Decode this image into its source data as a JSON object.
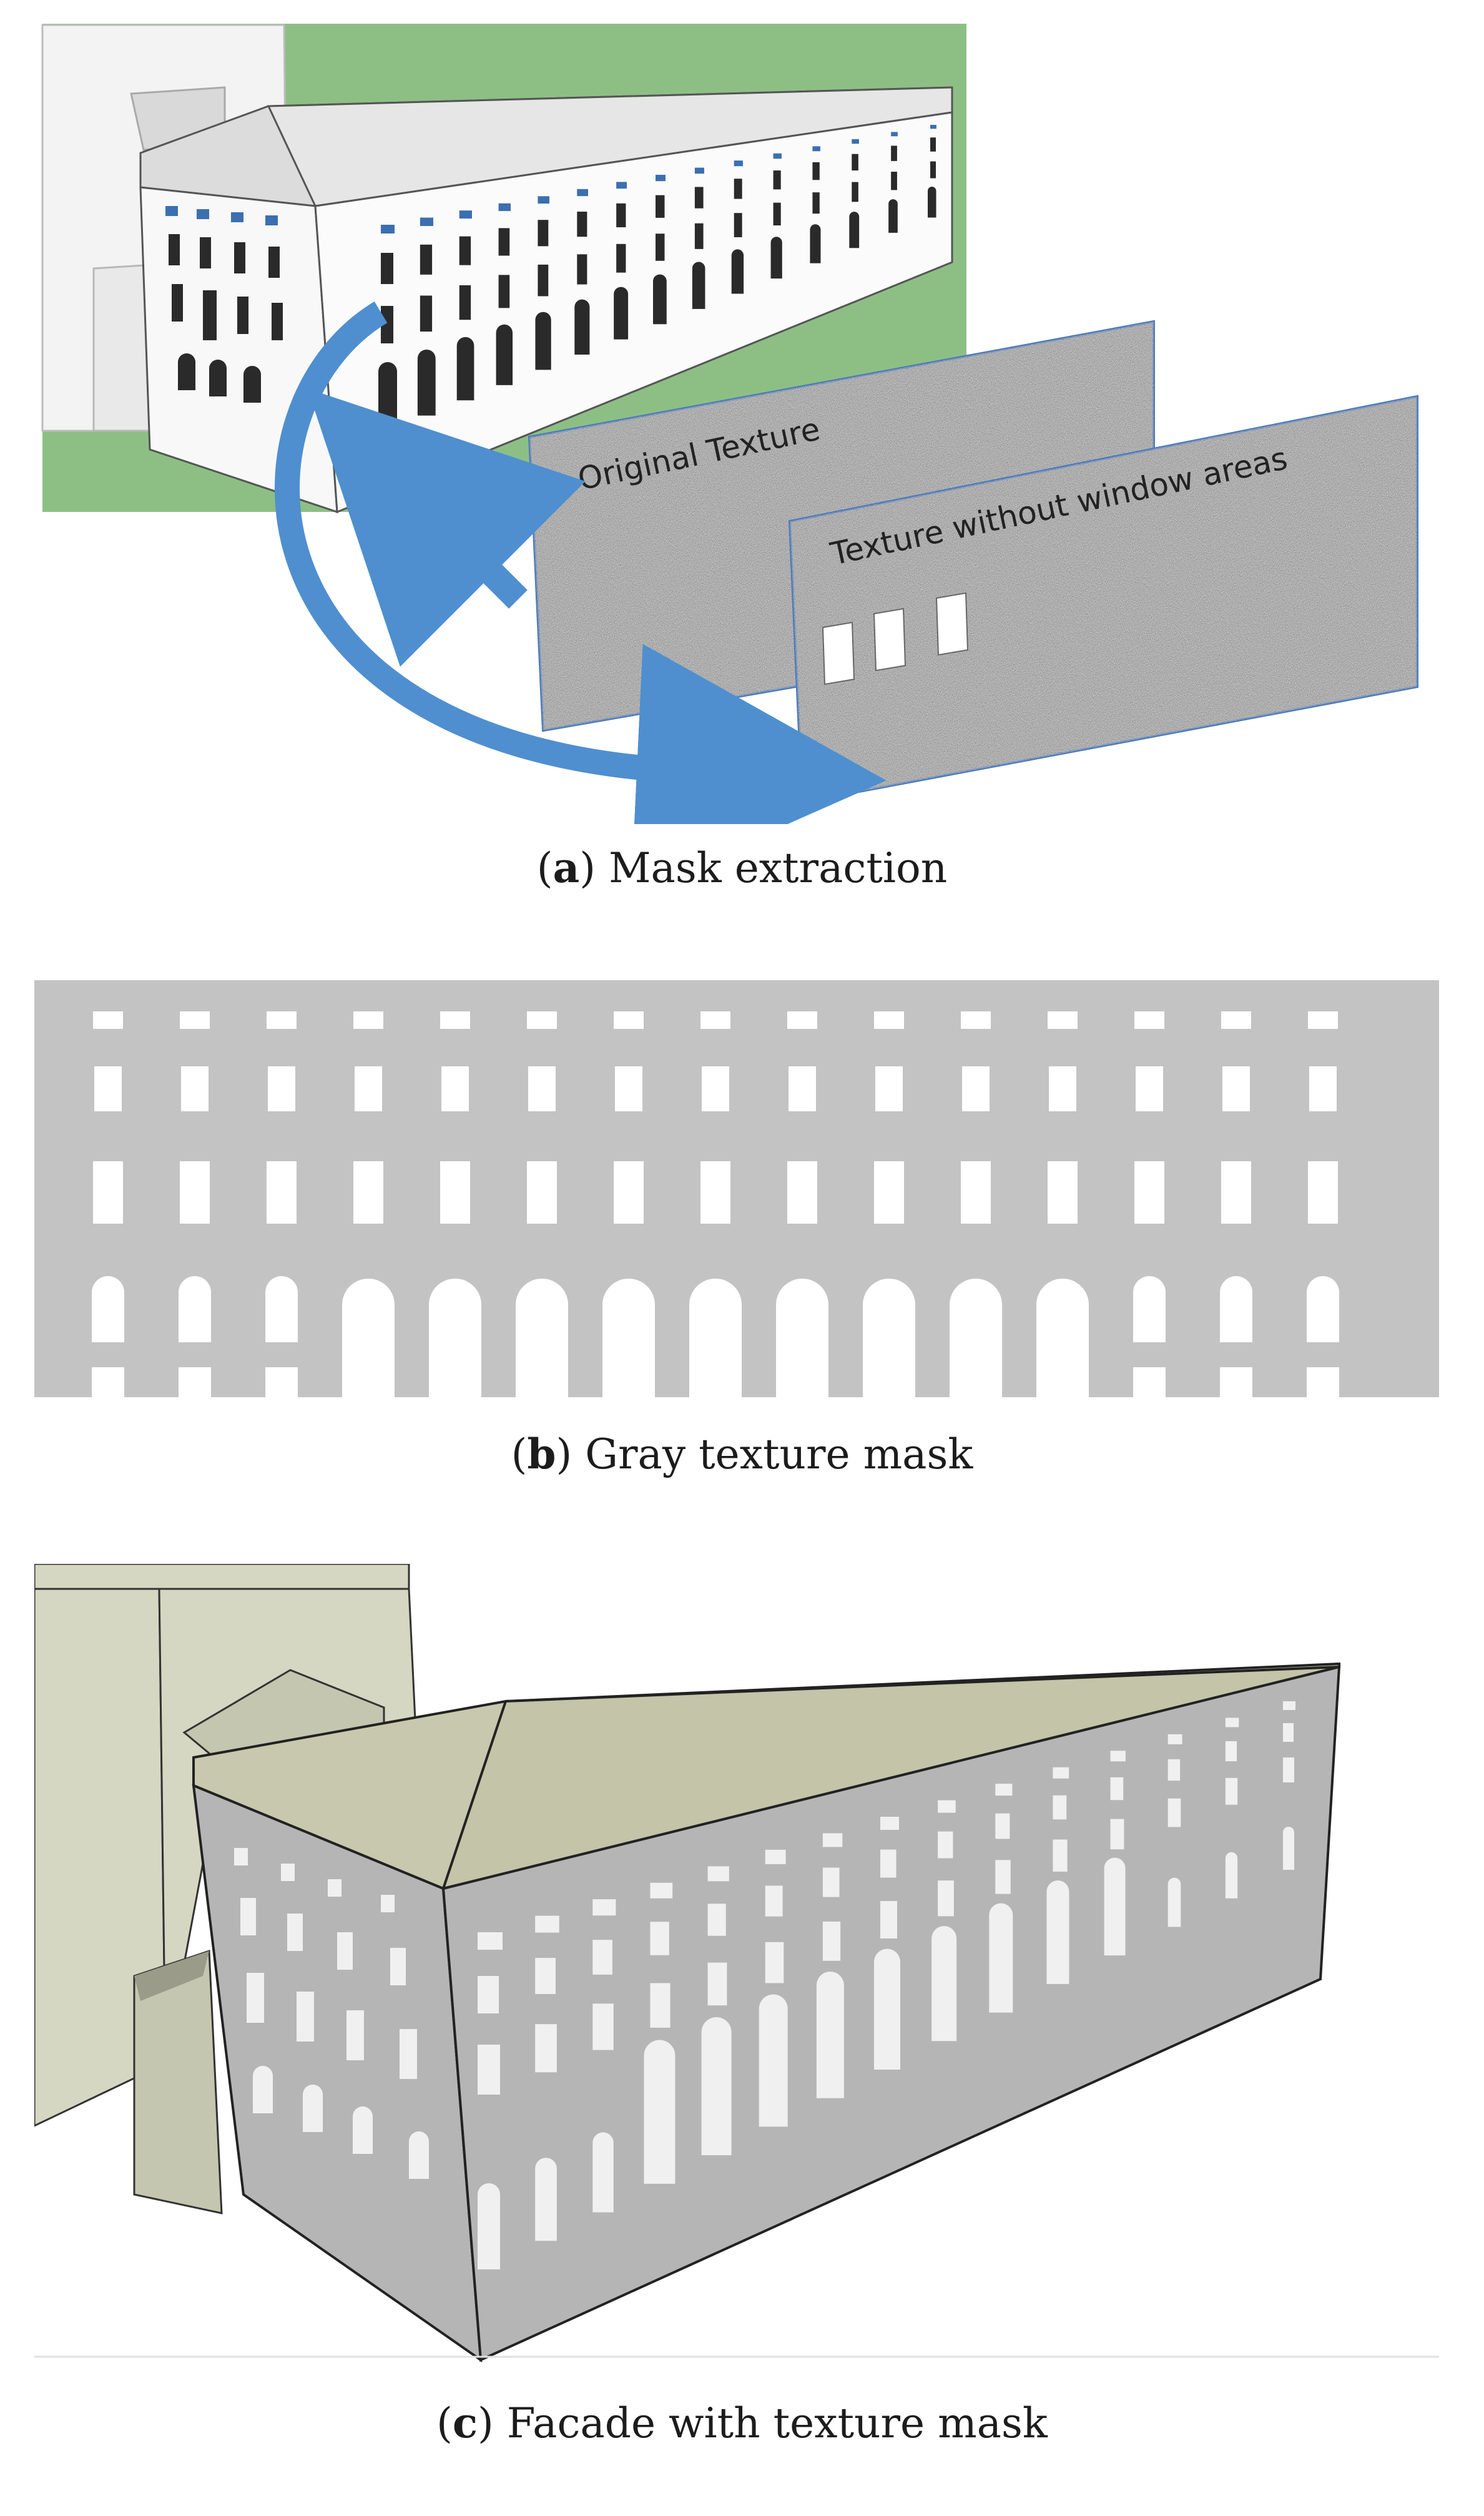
{
  "figure": {
    "panel_a": {
      "caption_letter": "a",
      "caption_text": " Mask extraction",
      "label_original": "Original Texture",
      "label_without": "Texture without window areas"
    },
    "panel_b": {
      "caption_letter": "b",
      "caption_text": " Gray texture mask",
      "colors": {
        "wall": "#c3c3c3",
        "opening": "#ffffff"
      }
    },
    "panel_c": {
      "caption_letter": "c",
      "caption_text": " Facade with texture mask",
      "colors": {
        "roof": "#c7c8ad",
        "wall": "#b5b5b5",
        "neighbor": "#d6d7c2"
      }
    }
  }
}
